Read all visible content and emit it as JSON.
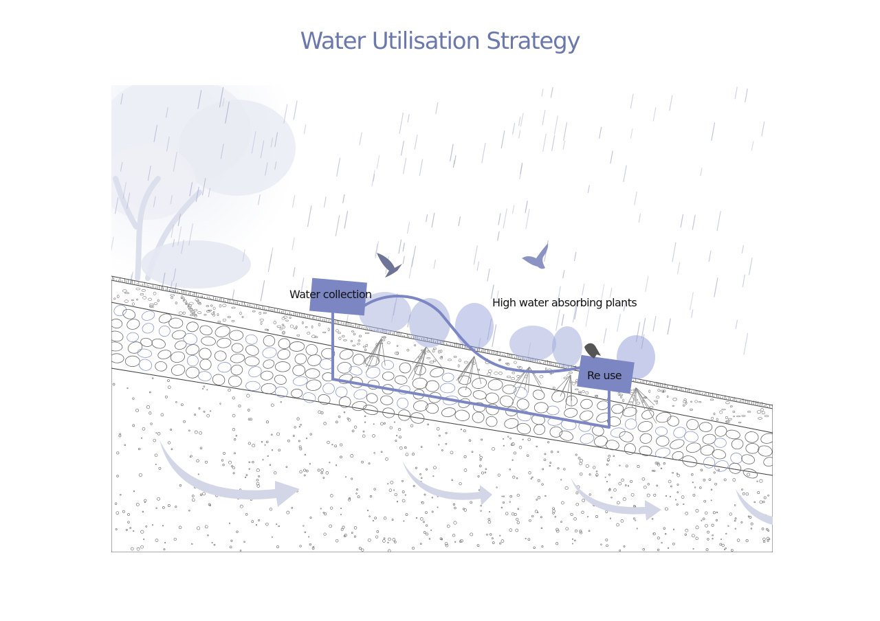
{
  "title": "Water Utilisation Strategy",
  "labels": {
    "water_collection": "Water collection",
    "high_water_plants": "High water absorbing plants",
    "reuse": "Re use"
  },
  "colors": {
    "accent": "#7b86c2",
    "title": "#6b78ad",
    "rain": "#b9bdd6",
    "line": "#555555",
    "arrow": "#d3d6e6"
  },
  "icons": [
    "bird-icon",
    "tree-icon",
    "plant-icon",
    "rain-icon",
    "flow-arrow-icon"
  ]
}
